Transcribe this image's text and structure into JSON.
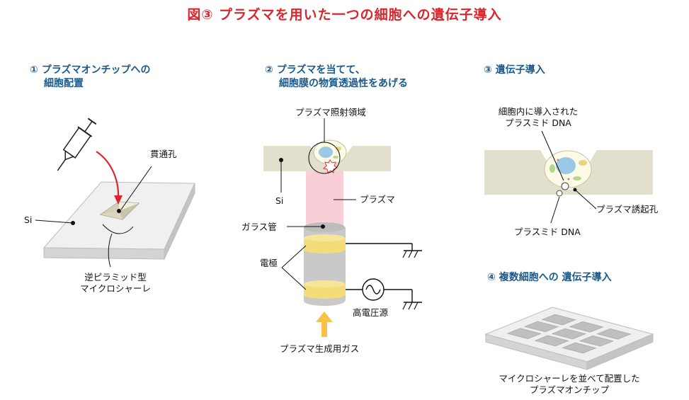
{
  "title": "図③ プラズマを用いた一つの細胞への遺伝子導入",
  "steps": {
    "s1": {
      "line1": "① プラズマオンチップへの",
      "line2": "細胞配置"
    },
    "s2": {
      "line1": "② プラズマを当てて、",
      "line2": "細胞膜の物質透過性をあげる"
    },
    "s3": {
      "line1": "③ 遺伝子導入"
    },
    "s4": {
      "line1": "④ 複数細胞への 遺伝子導入"
    }
  },
  "labels": {
    "p1_through_hole": "貫通孔",
    "p1_si": "Si",
    "p1_dish_l1": "逆ピラミッド型",
    "p1_dish_l2": "マイクロシャーレ",
    "p2_region": "プラズマ照射領域",
    "p2_si": "Si",
    "p2_plasma": "プラズマ",
    "p2_glass_tube": "ガラス管",
    "p2_electrode": "電極",
    "p2_hv": "高電圧源",
    "p2_gas": "プラズマ生成用ガス",
    "p3_intro_l1": "細胞内に導入された",
    "p3_intro_l2": "プラスミド DNA",
    "p3_pore": "プラズマ誘起孔",
    "p3_plasmid": "プラスミド DNA",
    "p4_l1": "マイクロシャーレを並べて配置した",
    "p4_l2": "プラズマオンチップ"
  },
  "colors": {
    "title": "#d9262d",
    "step_heading": "#1b5a8c",
    "silicon": "#e2dfcd",
    "plate": "#ececec",
    "electrode": "#f5dc7a",
    "gas_arrow": "#f6c24a",
    "plasma": "#f7c7cf",
    "glass_tube": "#c9c9c9",
    "syringe_arrow": "#d9262d"
  }
}
